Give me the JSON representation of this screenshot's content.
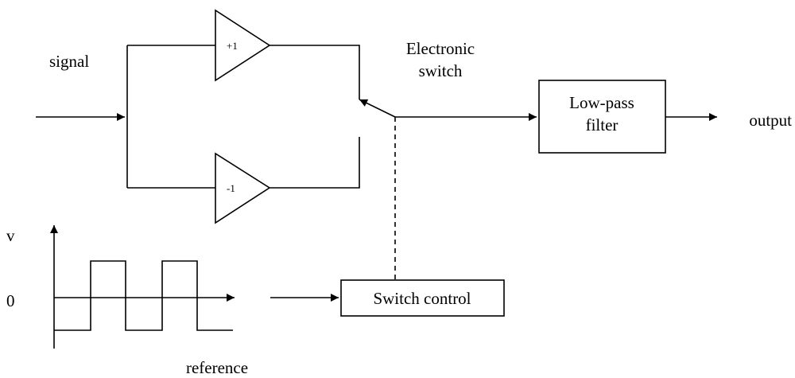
{
  "labels": {
    "signal": "signal",
    "electronic_switch_line1": "Electronic",
    "electronic_switch_line2": "switch",
    "lowpass_line1": "Low-pass",
    "lowpass_line2": "filter",
    "output": "output",
    "switch_control": "Switch control",
    "amp_plus": "+1",
    "amp_minus": "-1",
    "axis_v": "v",
    "axis_zero": "0",
    "reference": "reference"
  }
}
